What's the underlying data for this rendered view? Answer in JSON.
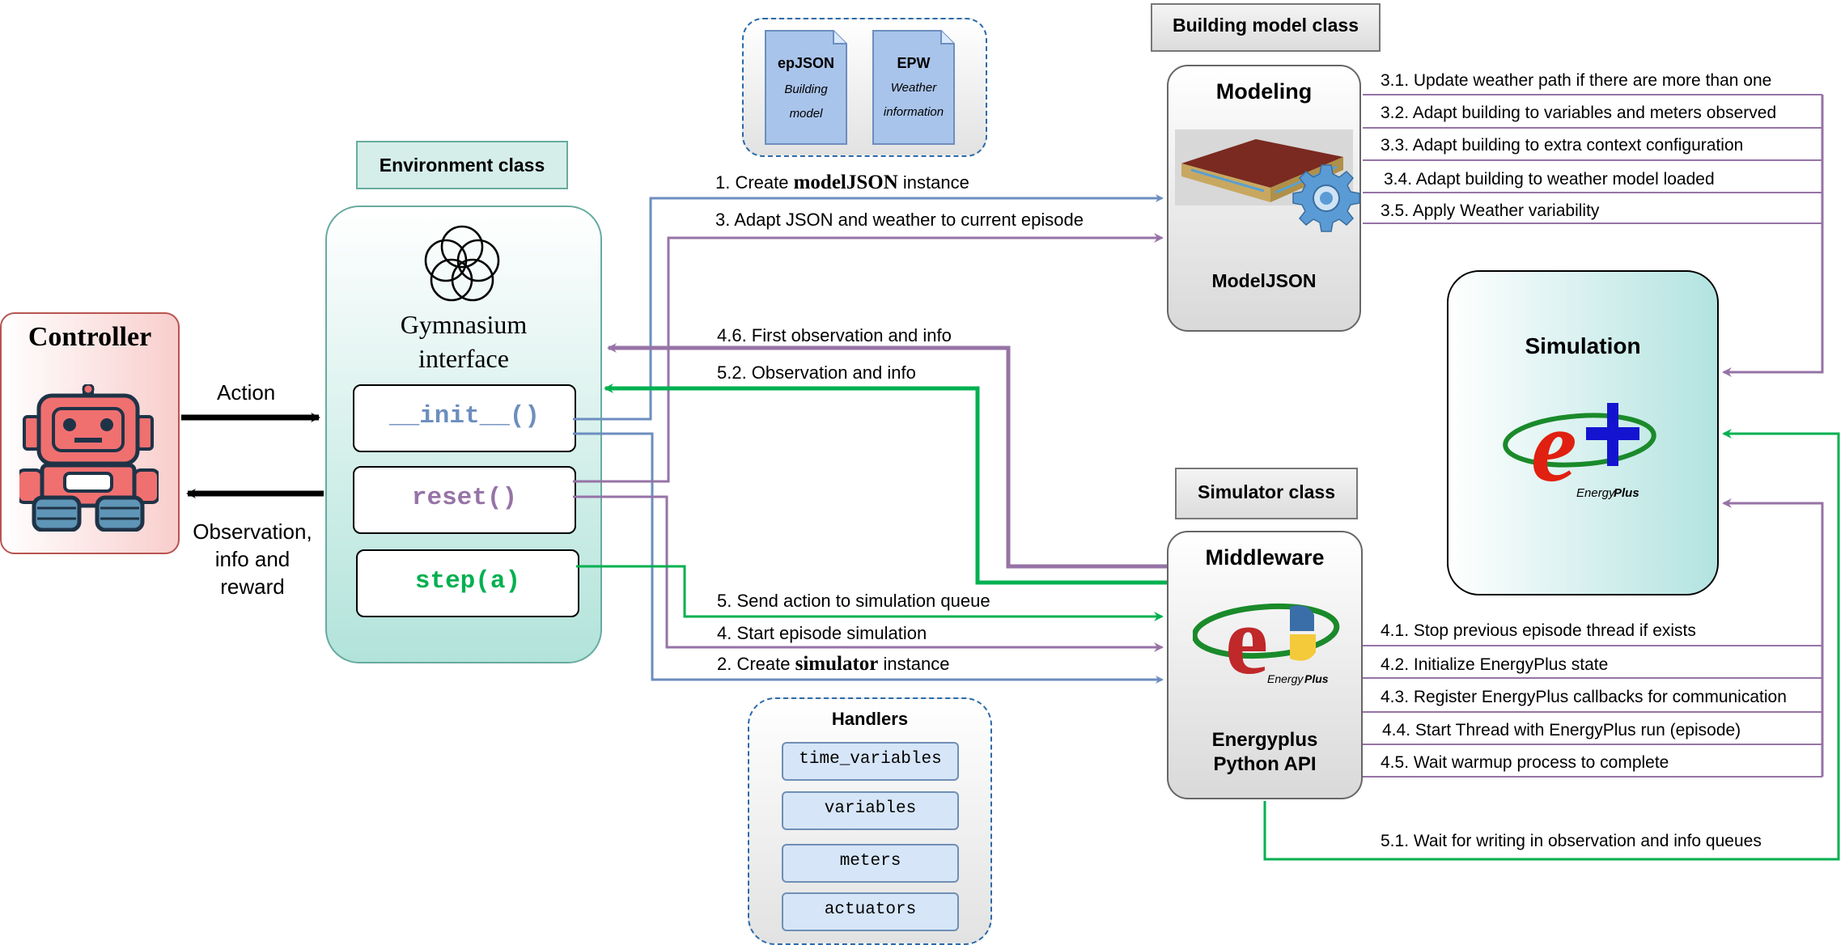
{
  "controller": {
    "title": "Controller"
  },
  "action_label": "Action",
  "observation_label": "Observation,\ninfo and\nreward",
  "environment": {
    "class_label": "Environment class",
    "interface_label": "Gymnasium\ninterface",
    "methods": {
      "init": "__init__()",
      "reset": "reset()",
      "step": "step(a)"
    }
  },
  "files": {
    "epjson": {
      "title": "epJSON",
      "sub": "Building\nmodel"
    },
    "epw": {
      "title": "EPW",
      "sub": "Weather\ninformation"
    }
  },
  "building": {
    "class_label": "Building model class",
    "title": "Modeling",
    "subtitle": "ModelJSON"
  },
  "simulator": {
    "class_label": "Simulator class",
    "title": "Middleware",
    "subtitle": "Energyplus\nPython API"
  },
  "simulation": {
    "title": "Simulation",
    "logo_caption": "EnergyPlus"
  },
  "flows": {
    "create_model_pre": "1. Create ",
    "create_model_bold": "modelJSON",
    "create_model_post": " instance",
    "adapt_json": "3. Adapt JSON and weather to current episode",
    "first_obs": "4.6. First observation and info",
    "obs_info": "5.2. Observation and info",
    "send_action": "5. Send action to simulation queue",
    "start_episode": "4. Start episode simulation",
    "create_sim_pre": "2. Create ",
    "create_sim_bold": "simulator",
    "create_sim_post": " instance"
  },
  "building_steps": [
    "3.1. Update weather path if there are more than one",
    "3.2. Adapt building to variables and meters observed",
    "3.3. Adapt building to extra context configuration",
    "3.4. Adapt building to weather model loaded",
    "3.5. Apply Weather variability"
  ],
  "middleware_steps": [
    "4.1. Stop previous episode thread if exists",
    "4.2. Initialize EnergyPlus state",
    "4.3. Register EnergyPlus callbacks for communication",
    "4.4. Start Thread with EnergyPlus run (episode)",
    "4.5. Wait warmup process to complete"
  ],
  "wait_writing": "5.1. Wait for writing in observation and info queues",
  "handlers": {
    "title": "Handlers",
    "items": [
      "time_variables",
      "variables",
      "meters",
      "actuators"
    ]
  },
  "colors": {
    "blue": "#6c8ebf",
    "purple": "#9673a6",
    "green": "#00b050",
    "black": "#000000"
  }
}
